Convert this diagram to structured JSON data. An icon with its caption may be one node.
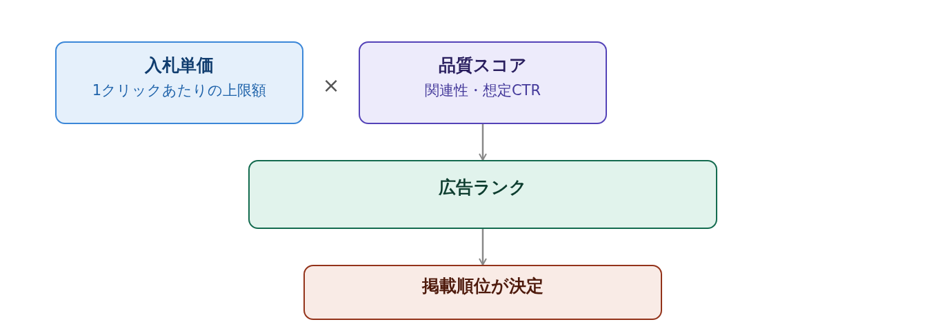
{
  "diagram": {
    "nodes": [
      {
        "text": [
          "入札単価",
          "1クリックあたりの上限額"
        ]
      },
      {
        "text": [
          "品質スコア",
          "関連性・想定CTR"
        ]
      },
      {
        "text": [
          "広告ランク"
        ]
      },
      {
        "text": [
          "掲載順位が決定"
        ]
      }
    ],
    "edges": [
      {
        "from": 1,
        "to": 2,
        "arrow": "to"
      },
      {
        "from": 2,
        "to": 3,
        "arrow": "to"
      }
    ],
    "labels": [
      "×"
    ]
  }
}
